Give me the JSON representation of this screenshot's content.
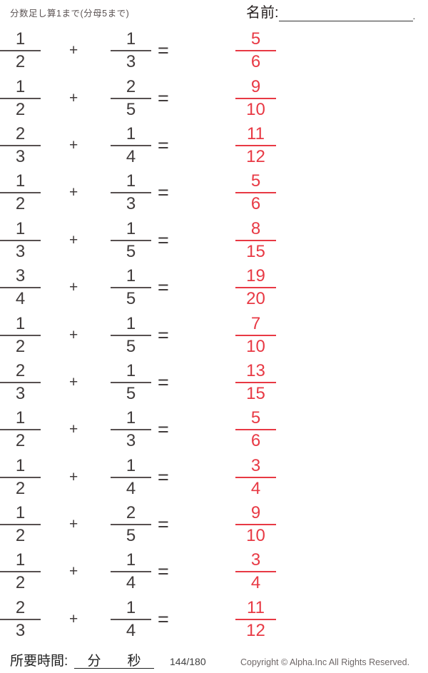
{
  "header": {
    "title": "分数足し算1まで(分母5まで)",
    "name_label": "名前:",
    "name_line_end": "."
  },
  "symbols": {
    "plus": "+",
    "equals": "="
  },
  "problems": [
    {
      "a_n": "1",
      "a_d": "2",
      "b_n": "1",
      "b_d": "3",
      "r_n": "5",
      "r_d": "6"
    },
    {
      "a_n": "1",
      "a_d": "2",
      "b_n": "2",
      "b_d": "5",
      "r_n": "9",
      "r_d": "10"
    },
    {
      "a_n": "2",
      "a_d": "3",
      "b_n": "1",
      "b_d": "4",
      "r_n": "11",
      "r_d": "12"
    },
    {
      "a_n": "1",
      "a_d": "2",
      "b_n": "1",
      "b_d": "3",
      "r_n": "5",
      "r_d": "6"
    },
    {
      "a_n": "1",
      "a_d": "3",
      "b_n": "1",
      "b_d": "5",
      "r_n": "8",
      "r_d": "15"
    },
    {
      "a_n": "3",
      "a_d": "4",
      "b_n": "1",
      "b_d": "5",
      "r_n": "19",
      "r_d": "20"
    },
    {
      "a_n": "1",
      "a_d": "2",
      "b_n": "1",
      "b_d": "5",
      "r_n": "7",
      "r_d": "10"
    },
    {
      "a_n": "2",
      "a_d": "3",
      "b_n": "1",
      "b_d": "5",
      "r_n": "13",
      "r_d": "15"
    },
    {
      "a_n": "1",
      "a_d": "2",
      "b_n": "1",
      "b_d": "3",
      "r_n": "5",
      "r_d": "6"
    },
    {
      "a_n": "1",
      "a_d": "2",
      "b_n": "1",
      "b_d": "4",
      "r_n": "3",
      "r_d": "4"
    },
    {
      "a_n": "1",
      "a_d": "2",
      "b_n": "2",
      "b_d": "5",
      "r_n": "9",
      "r_d": "10"
    },
    {
      "a_n": "1",
      "a_d": "2",
      "b_n": "1",
      "b_d": "4",
      "r_n": "3",
      "r_d": "4"
    },
    {
      "a_n": "2",
      "a_d": "3",
      "b_n": "1",
      "b_d": "4",
      "r_n": "11",
      "r_d": "12"
    }
  ],
  "footer": {
    "time_label": "所要時間:",
    "minutes_label": "分",
    "seconds_label": "秒",
    "page_counter": "144/180",
    "copyright": "Copyright ©  Alpha.Inc All Rights Reserved."
  },
  "colors": {
    "problem_text": "#413c3c",
    "answer_red": "#e83944"
  }
}
